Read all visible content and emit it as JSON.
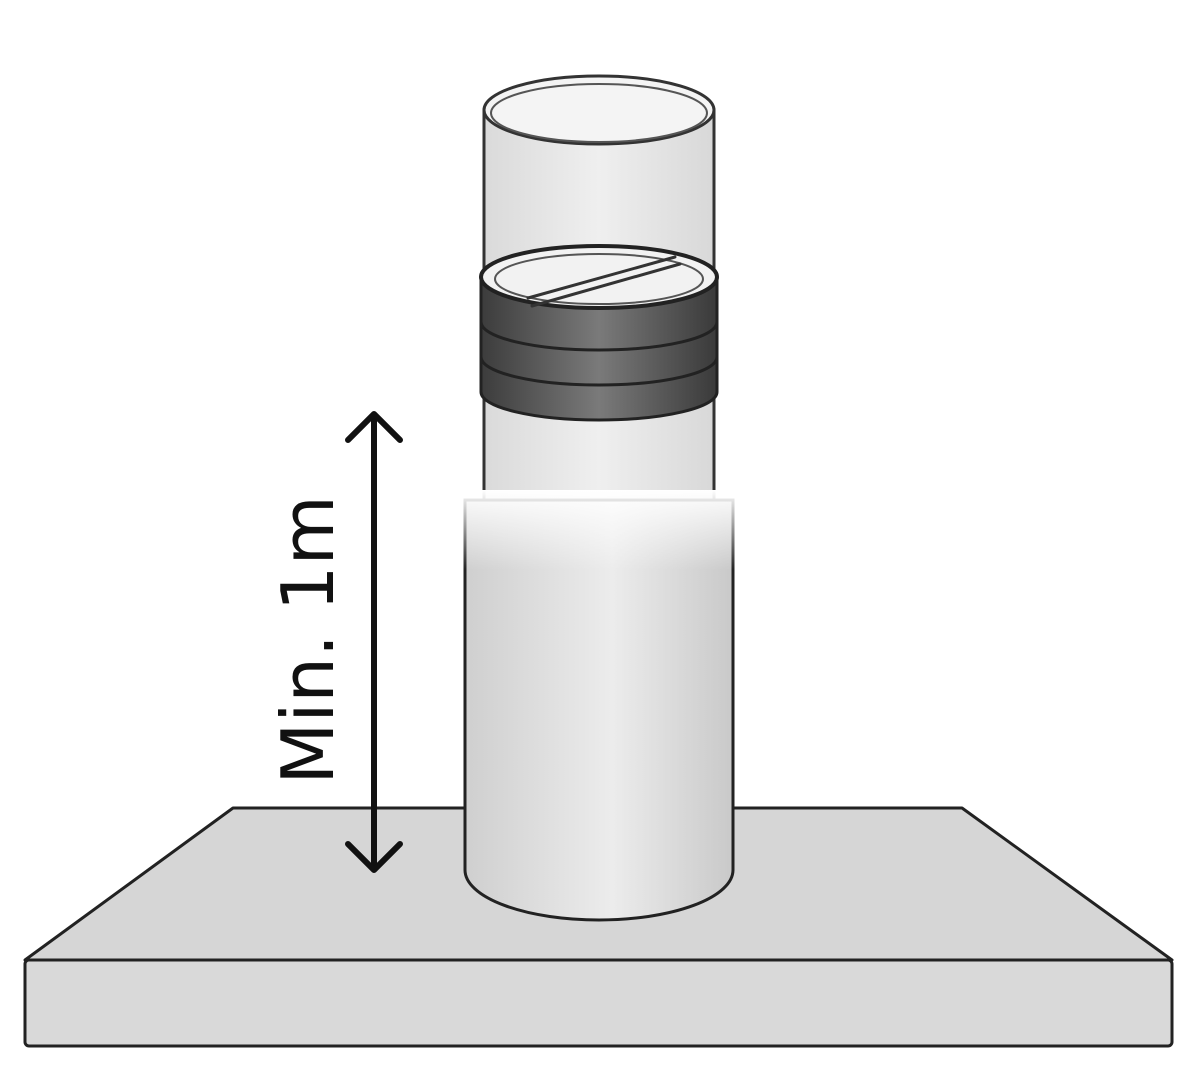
{
  "diagram": {
    "dimension_label": "Min. 1m",
    "colors": {
      "base_top": "#d6d6d6",
      "base_front": "#d9d9d9",
      "outline": "#222222",
      "tube_glass": "#e8e8e8",
      "liquid": "#e2e2e2",
      "band": "#555555",
      "arrow": "#111111"
    },
    "elements": [
      "base-plate",
      "transparent-tube",
      "liquid-column",
      "reflector-ring-band",
      "height-dimension-arrow"
    ]
  }
}
